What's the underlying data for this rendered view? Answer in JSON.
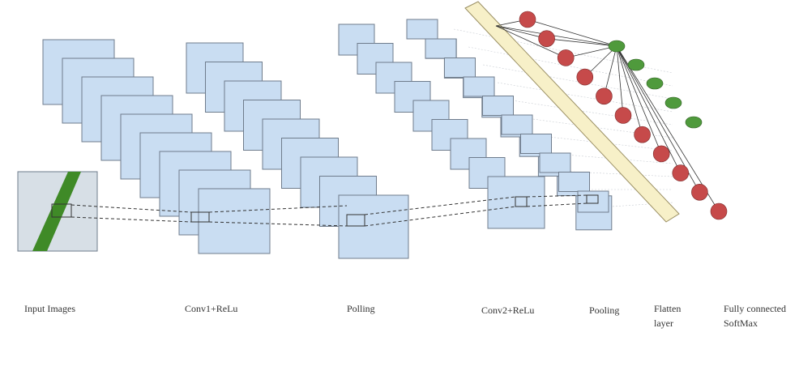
{
  "labels": {
    "input": "Input Images",
    "conv1": "Conv1+ReLu",
    "pool1": "Polling",
    "conv2": "Conv2+ReLu",
    "pool2": "Pooling",
    "flatten_line1": "Flatten",
    "flatten_line2": "layer",
    "fc_line1": "Fully connected",
    "fc_line2": "SoftMax"
  },
  "stacks": {
    "input": 9,
    "conv1": 9,
    "pool1": 9,
    "conv2": 10,
    "pool2": 9
  },
  "neurons": {
    "flatten": 11,
    "fully_connected": 5
  },
  "colors": {
    "feature_map_fill": "#c9ddf2",
    "feature_map_stroke": "#6f7c8c",
    "flatten_bar_fill": "#f7f0c8",
    "flatten_bar_stroke": "#9a8f63",
    "neuron_red": "#c64a4a",
    "neuron_green": "#4f9a3c",
    "leaf_green": "#3f8a27"
  }
}
